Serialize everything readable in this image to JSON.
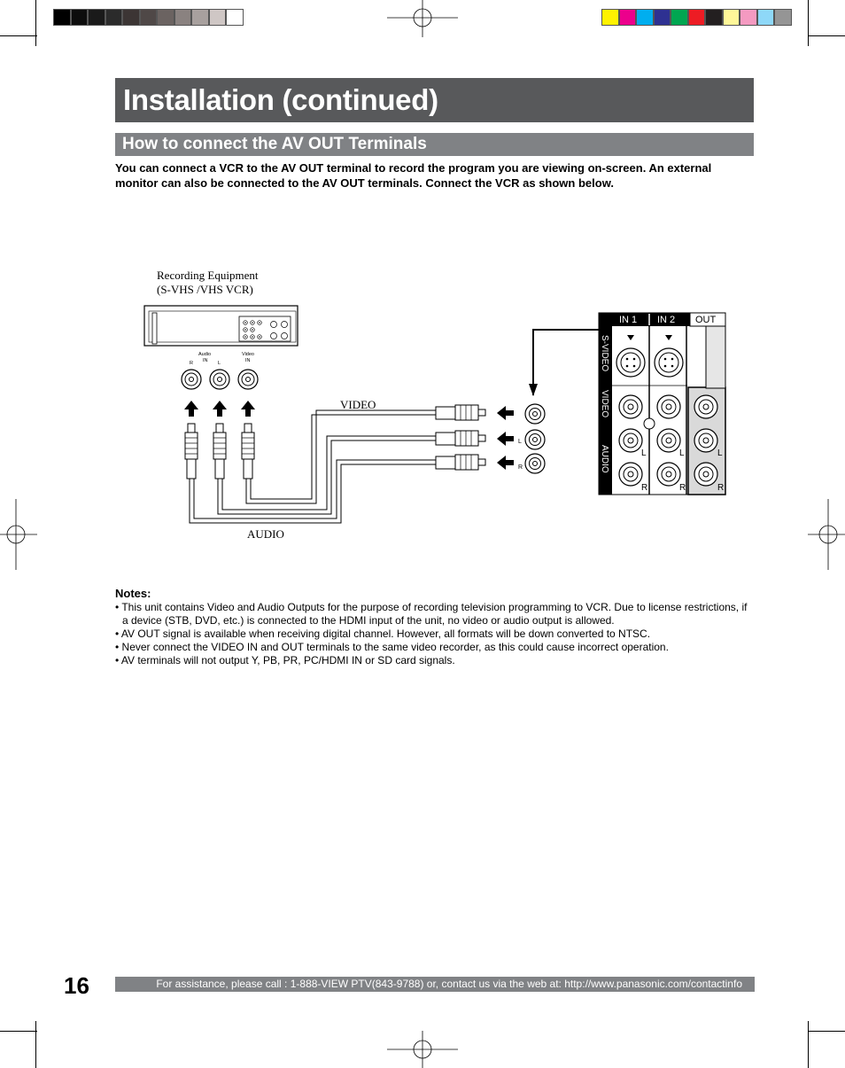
{
  "page": {
    "title": "Installation (continued)",
    "section_title": "How to connect the AV OUT Terminals",
    "intro": "You can connect a VCR to the AV OUT terminal to record the program you are viewing on-screen. An external monitor can also be connected to the AV OUT terminals. Connect the VCR as shown below.",
    "page_number": "16",
    "footer": "For assistance, please call : 1-888-VIEW PTV(843-9788) or, contact us via the web at: http://www.panasonic.com/contactinfo"
  },
  "diagram": {
    "device_label_line1": "Recording Equipment",
    "device_label_line2": "(S-VHS /VHS VCR)",
    "vcr_audio_label": "Audio",
    "vcr_in_label": "IN",
    "vcr_video_label": "Video",
    "vcr_video_in_label": "IN",
    "vcr_r": "R",
    "vcr_l": "L",
    "video_cable_label": "VIDEO",
    "audio_cable_label": "AUDIO",
    "jack_l": "L",
    "jack_r": "R",
    "panel_in1": "IN 1",
    "panel_in2": "IN 2",
    "panel_out": "OUT",
    "panel_svideo": "S-VIDEO",
    "panel_video": "VIDEO",
    "panel_audio": "AUDIO",
    "panel_l": "L",
    "panel_r": "R"
  },
  "notes": {
    "title": "Notes:",
    "items": [
      "• This unit contains Video and Audio Outputs for the purpose of recording television programming to VCR. Due to license restrictions, if a device (STB, DVD, etc.) is connected to the HDMI input of the unit, no video or audio output is allowed.",
      "• AV OUT signal is available when receiving digital channel. However, all formats will be down converted to NTSC.",
      "• Never connect the VIDEO IN and OUT terminals to the same video recorder, as this could cause incorrect operation.",
      "• AV terminals will not output Y, PB, PR, PC/HDMI IN or SD card signals."
    ]
  },
  "colors": {
    "title_bar": "#58595b",
    "section_bar": "#808285",
    "gray_swatches": [
      "#000000",
      "#0d0d0d",
      "#1a1a1a",
      "#2b2b2b",
      "#3c3534",
      "#4f4847",
      "#6b6361",
      "#8a8280",
      "#a8a09e",
      "#cfc7c5",
      "#ffffff"
    ],
    "color_swatches": [
      "#fff200",
      "#ec008c",
      "#00aeef",
      "#2e3192",
      "#00a651",
      "#ed1c24",
      "#231f20",
      "#fff799",
      "#f49ac1",
      "#8ed8f8",
      "#959595"
    ]
  }
}
